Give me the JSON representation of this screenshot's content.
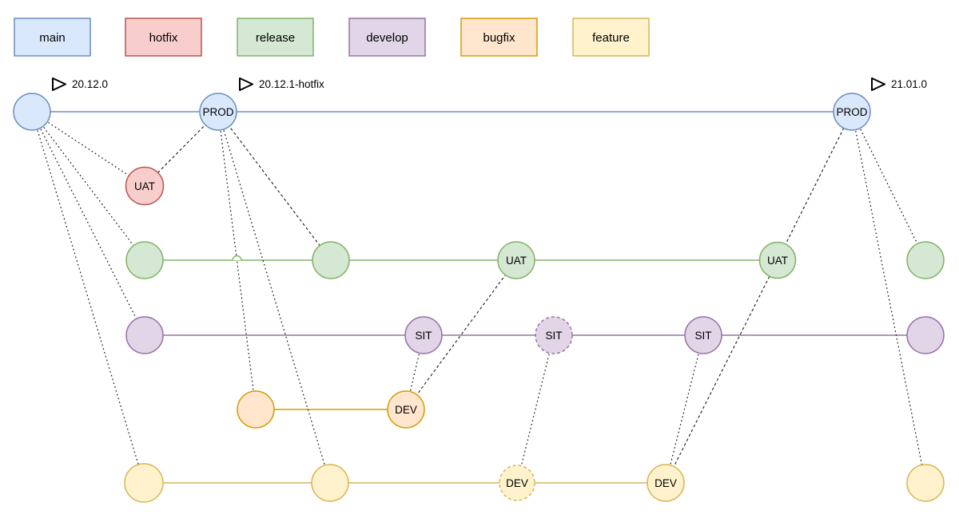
{
  "colors": {
    "main_fill": "#dae8fc",
    "main_stroke": "#6c8ebf",
    "hotfix_fill": "#f8cecc",
    "hotfix_stroke": "#b85450",
    "release_fill": "#d5e8d4",
    "release_stroke": "#82b366",
    "develop_fill": "#e1d5e7",
    "develop_stroke": "#9673a6",
    "bugfix_fill": "#ffe6cc",
    "bugfix_stroke": "#d79b00",
    "feature_fill": "#fff2cc",
    "feature_stroke": "#d6b656",
    "connector": "#1a1a1a",
    "background": "#ffffff"
  },
  "legend": {
    "items": [
      {
        "label": "main"
      },
      {
        "label": "hotfix"
      },
      {
        "label": "release"
      },
      {
        "label": "develop"
      },
      {
        "label": "bugfix"
      },
      {
        "label": "feature"
      }
    ]
  },
  "tags": [
    {
      "label": "20.12.0"
    },
    {
      "label": "20.12.1-hotfix"
    },
    {
      "label": "21.01.0"
    }
  ],
  "nodes": {
    "main_prod1": {
      "label": "PROD"
    },
    "main_prod2": {
      "label": "PROD"
    },
    "hotfix_uat": {
      "label": "UAT"
    },
    "release_uat1": {
      "label": "UAT"
    },
    "release_uat2": {
      "label": "UAT"
    },
    "develop_sit1": {
      "label": "SIT"
    },
    "develop_sit2": {
      "label": "SIT"
    },
    "develop_sit3": {
      "label": "SIT"
    },
    "bugfix_dev": {
      "label": "DEV"
    },
    "feature_dev1": {
      "label": "DEV"
    },
    "feature_dev2": {
      "label": "DEV"
    }
  },
  "edges": [
    {
      "from": "main-commit-1",
      "to": "hotfix-uat",
      "style": "dotted"
    },
    {
      "from": "main-commit-1",
      "to": "release-commit-1",
      "style": "dotted"
    },
    {
      "from": "main-commit-1",
      "to": "develop-commit-1",
      "style": "dotted"
    },
    {
      "from": "main-commit-1",
      "to": "feature-commit-1",
      "style": "dotted"
    },
    {
      "from": "main-prod-1",
      "to": "hotfix-uat",
      "style": "dashed"
    },
    {
      "from": "main-prod-1",
      "to": "release-commit-2",
      "style": "dashed"
    },
    {
      "from": "main-prod-1",
      "to": "bugfix-commit-1",
      "style": "dotted"
    },
    {
      "from": "main-prod-1",
      "to": "feature-commit-2",
      "style": "dotted"
    },
    {
      "from": "develop-sit-1",
      "to": "bugfix-dev",
      "style": "dotted"
    },
    {
      "from": "bugfix-dev",
      "to": "release-uat-1",
      "style": "dashed"
    },
    {
      "from": "develop-sit-2",
      "to": "feature-dev-1",
      "style": "dotted"
    },
    {
      "from": "feature-dev-2",
      "to": "develop-sit-3",
      "style": "dotted"
    },
    {
      "from": "feature-dev-2",
      "to": "release-uat-2",
      "style": "dashed"
    },
    {
      "from": "release-uat-2",
      "to": "main-prod-2",
      "style": "dashed"
    },
    {
      "from": "main-prod-2",
      "to": "release-commit-3",
      "style": "dotted"
    },
    {
      "from": "main-prod-2",
      "to": "feature-commit-3",
      "style": "dotted"
    }
  ]
}
